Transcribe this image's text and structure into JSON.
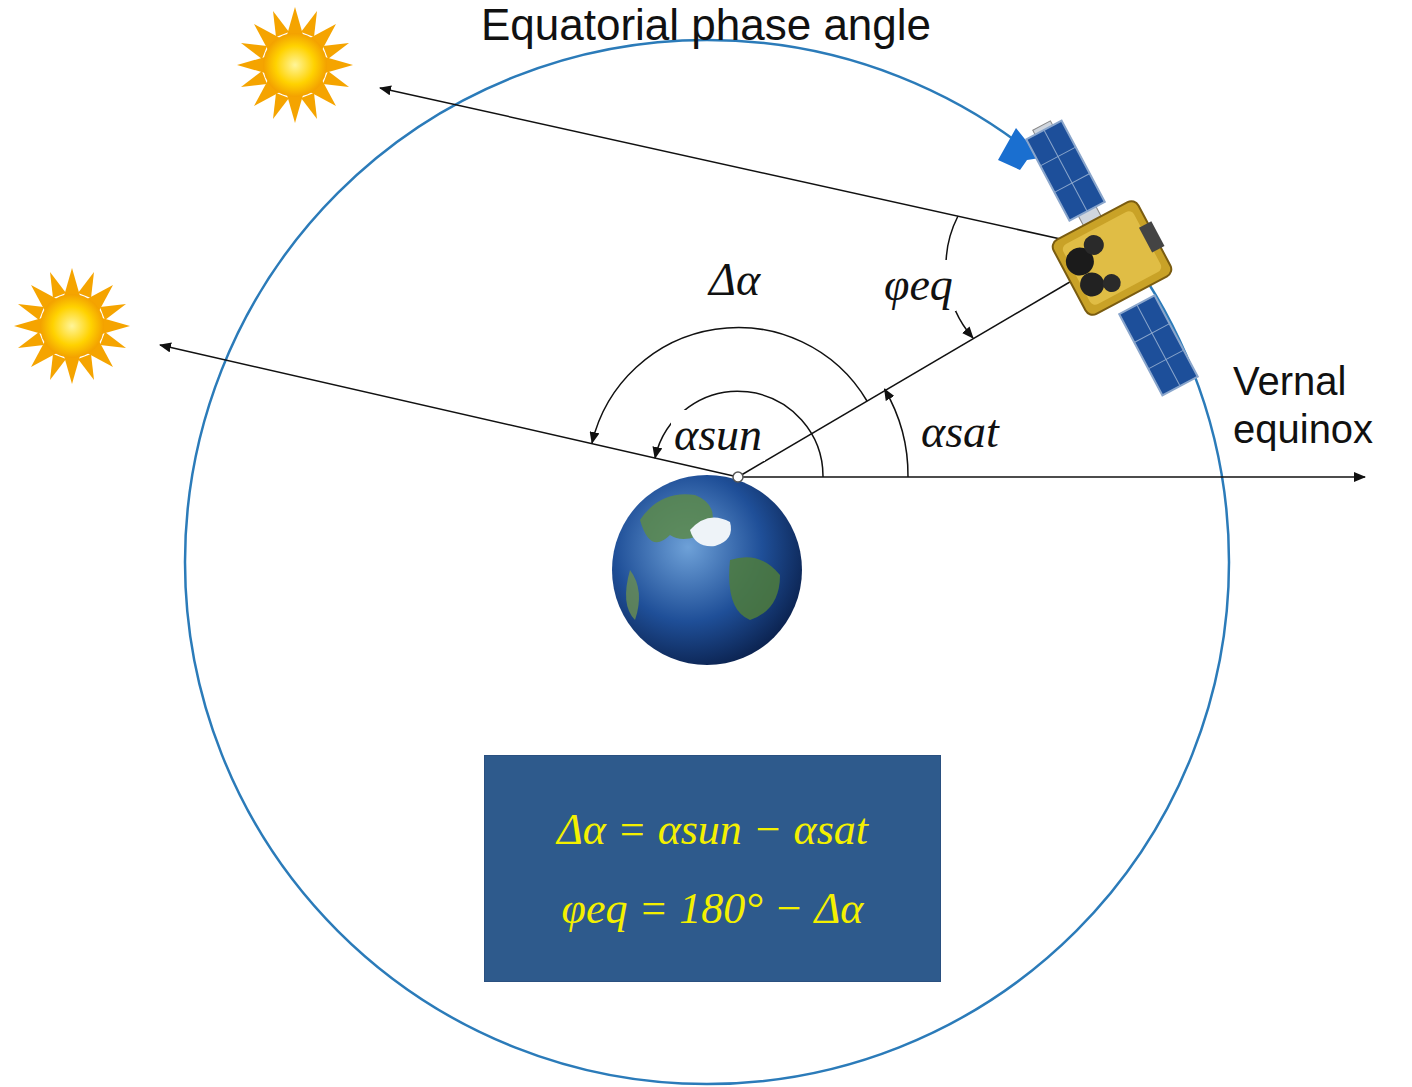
{
  "diagram": {
    "title": "Equatorial phase angle",
    "nodes": [
      {
        "text": [
          "Δα = αsun − αsat",
          "φeq = 180° − Δα"
        ]
      }
    ],
    "edges": [],
    "labels": [
      "Δα",
      "φeq",
      "αsun",
      "αsat",
      "Vernal equinox"
    ]
  }
}
